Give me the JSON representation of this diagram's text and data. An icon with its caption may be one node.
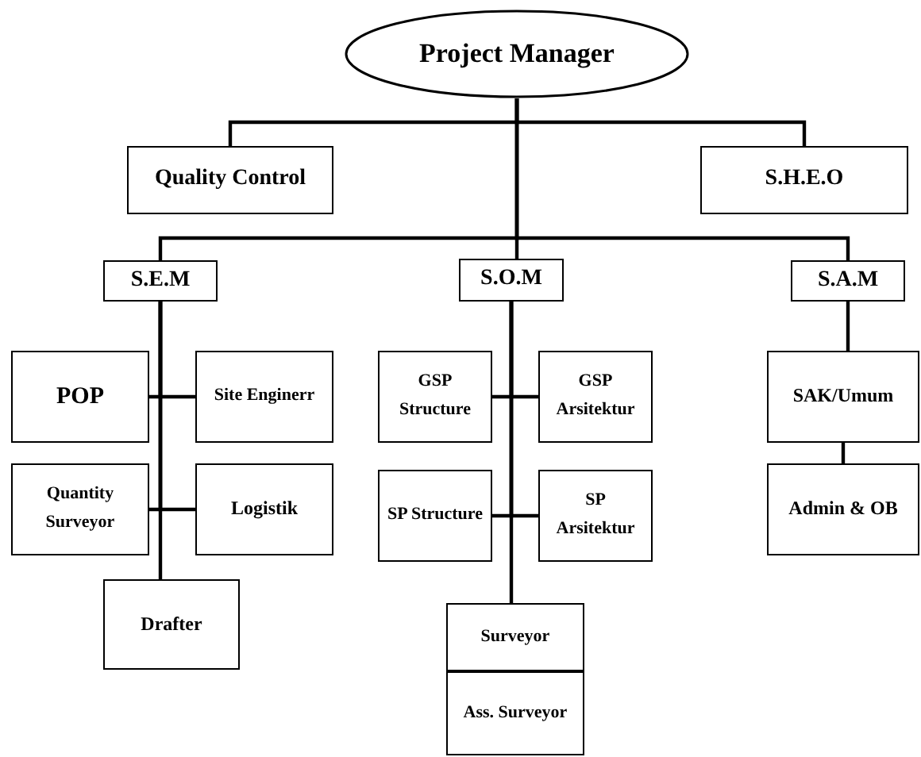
{
  "diagram": {
    "nodes": [
      {
        "text": [
          "Project Manager"
        ]
      },
      {
        "text": [
          "Quality Control"
        ]
      },
      {
        "text": [
          "S.H.E.O"
        ]
      },
      {
        "text": [
          "S.E.M"
        ]
      },
      {
        "text": [
          "S.O.M"
        ]
      },
      {
        "text": [
          "S.A.M"
        ]
      },
      {
        "text": [
          "POP"
        ]
      },
      {
        "text": [
          "Site Enginerr"
        ]
      },
      {
        "text": [
          "Quantity Surveyor"
        ]
      },
      {
        "text": [
          "Logistik"
        ]
      },
      {
        "text": [
          "Drafter"
        ]
      },
      {
        "text": [
          "GSP Structure"
        ]
      },
      {
        "text": [
          "GSP Arsitektur"
        ]
      },
      {
        "text": [
          "SP Structure"
        ]
      },
      {
        "text": [
          "SP Arsitektur"
        ]
      },
      {
        "text": [
          "Surveyor"
        ]
      },
      {
        "text": [
          "Ass. Surveyor"
        ]
      },
      {
        "text": [
          "SAK/Umum"
        ]
      },
      {
        "text": [
          "Admin & OB"
        ]
      }
    ],
    "edges": [
      {
        "from": 0,
        "to": 1,
        "arrow": "none"
      },
      {
        "from": 0,
        "to": 2,
        "arrow": "none"
      },
      {
        "from": 0,
        "to": 3,
        "arrow": "none"
      },
      {
        "from": 0,
        "to": 4,
        "arrow": "none"
      },
      {
        "from": 0,
        "to": 5,
        "arrow": "none"
      },
      {
        "from": 3,
        "to": 6,
        "arrow": "none"
      },
      {
        "from": 3,
        "to": 7,
        "arrow": "none"
      },
      {
        "from": 3,
        "to": 8,
        "arrow": "none"
      },
      {
        "from": 3,
        "to": 9,
        "arrow": "none"
      },
      {
        "from": 3,
        "to": 10,
        "arrow": "none"
      },
      {
        "from": 4,
        "to": 11,
        "arrow": "none"
      },
      {
        "from": 4,
        "to": 12,
        "arrow": "none"
      },
      {
        "from": 4,
        "to": 13,
        "arrow": "none"
      },
      {
        "from": 4,
        "to": 14,
        "arrow": "none"
      },
      {
        "from": 4,
        "to": 15,
        "arrow": "none"
      },
      {
        "from": 5,
        "to": 17,
        "arrow": "none"
      },
      {
        "from": 17,
        "to": 18,
        "arrow": "none"
      }
    ]
  }
}
